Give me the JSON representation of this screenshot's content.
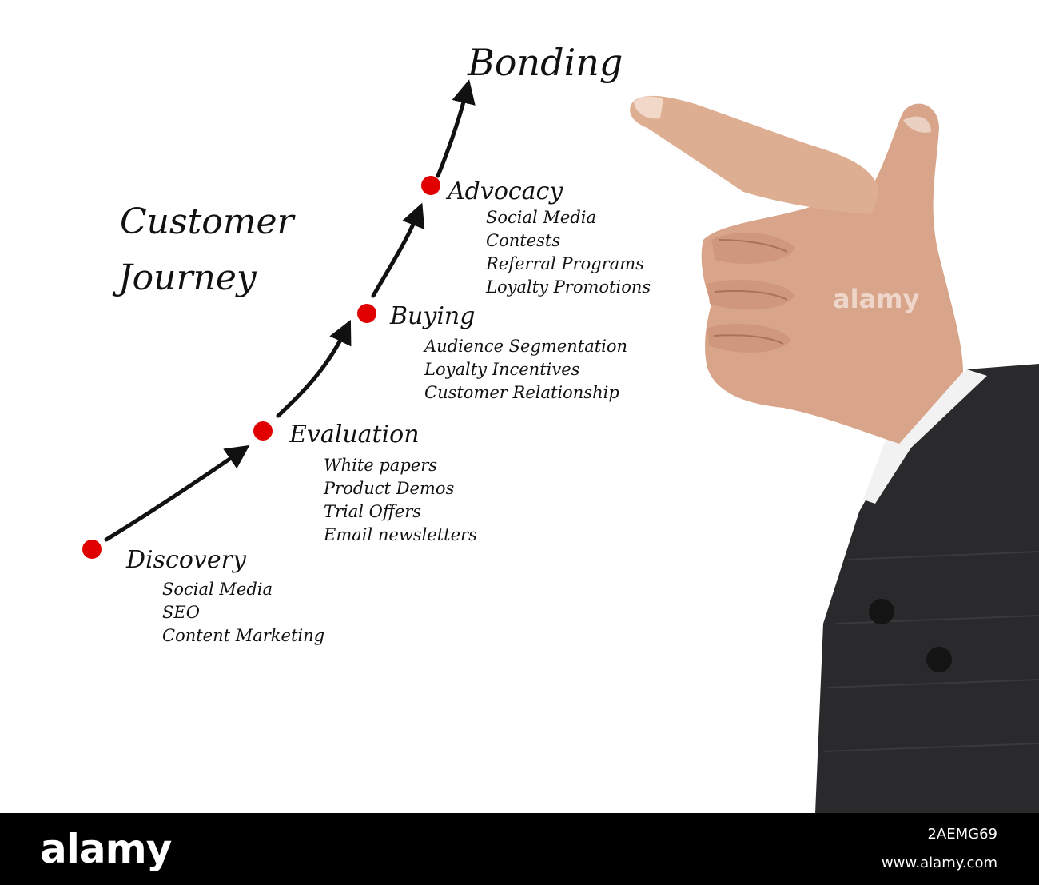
{
  "diagram": {
    "title_lines": [
      "Customer",
      "Journey"
    ],
    "goal": "Bonding",
    "stages": [
      {
        "name": "Discovery",
        "items": [
          "Social Media",
          "SEO",
          "Content Marketing"
        ]
      },
      {
        "name": "Evaluation",
        "items": [
          "White papers",
          "Product Demos",
          "Trial Offers",
          "Email newsletters"
        ]
      },
      {
        "name": "Buying",
        "items": [
          "Audience Segmentation",
          "Loyalty Incentives",
          "Customer Relationship"
        ]
      },
      {
        "name": "Advocacy",
        "items": [
          "Social Media",
          "Contests",
          "Referral Programs",
          "Loyalty Promotions"
        ]
      }
    ],
    "colors": {
      "dot": "#e00000",
      "arrow": "#111111",
      "text": "#111111"
    }
  },
  "watermark": "alamy",
  "footer": {
    "logo": "alamy",
    "image_id": "2AEMG69",
    "site": "www.alamy.com"
  }
}
